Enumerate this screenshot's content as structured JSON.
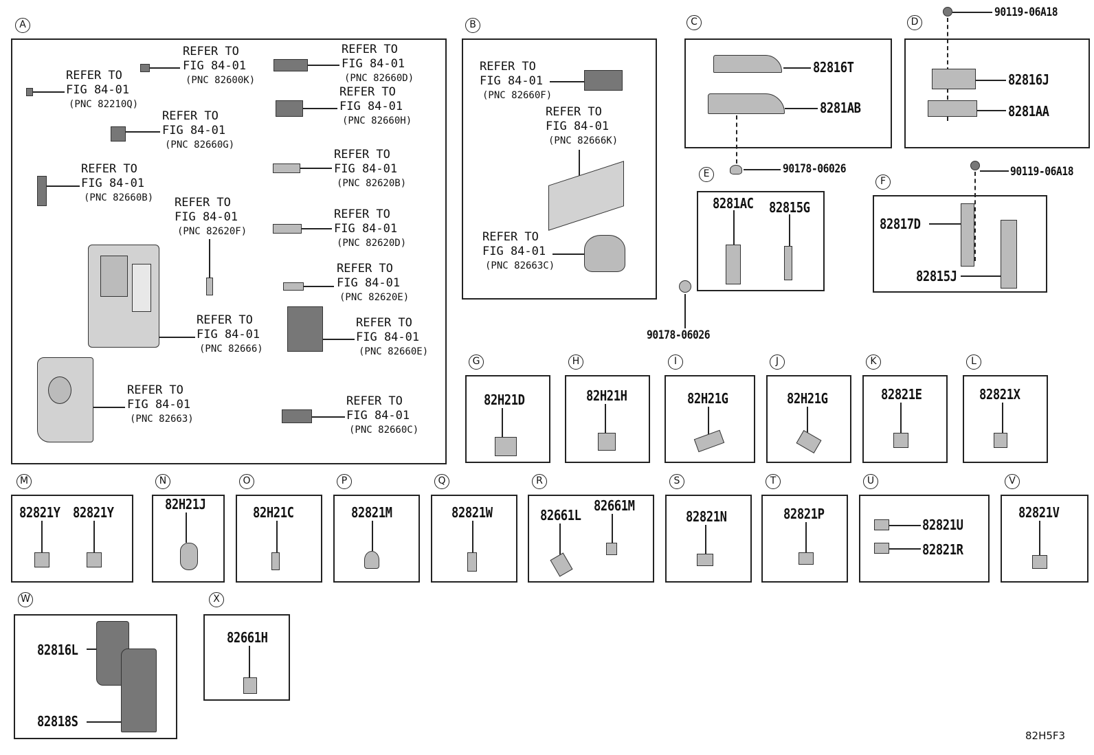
{
  "sections": [
    "A",
    "B",
    "C",
    "D",
    "E",
    "F",
    "G",
    "H",
    "I",
    "J",
    "K",
    "L",
    "M",
    "N",
    "O",
    "P",
    "Q",
    "R",
    "S",
    "T",
    "U",
    "V",
    "W",
    "X"
  ],
  "refer": {
    "a_82210q": [
      "REFER TO",
      "FIG 84-01",
      "(PNC 82210Q)"
    ],
    "a_82600k": [
      "REFER TO",
      "FIG 84-01",
      "(PNC 82600K)"
    ],
    "a_82660d": [
      "REFER TO",
      "FIG 84-01",
      "(PNC 82660D)"
    ],
    "a_82660h": [
      "REFER TO",
      "FIG 84-01",
      "(PNC 82660H)"
    ],
    "a_82660g": [
      "REFER TO",
      "FIG 84-01",
      "(PNC 82660G)"
    ],
    "a_82620b": [
      "REFER TO",
      "FIG 84-01",
      "(PNC 82620B)"
    ],
    "a_82660b": [
      "REFER TO",
      "FIG 84-01",
      "(PNC 82660B)"
    ],
    "a_82620f": [
      "REFER TO",
      "FIG 84-01",
      "(PNC 82620F)"
    ],
    "a_82620d": [
      "REFER TO",
      "FIG 84-01",
      "(PNC 82620D)"
    ],
    "a_82620e": [
      "REFER TO",
      "FIG 84-01",
      "(PNC 82620E)"
    ],
    "a_82666": [
      "REFER TO",
      "FIG 84-01",
      "(PNC 82666)"
    ],
    "a_82660e": [
      "REFER TO",
      "FIG 84-01",
      "(PNC 82660E)"
    ],
    "a_82663": [
      "REFER TO",
      "FIG 84-01",
      "(PNC 82663)"
    ],
    "a_82660c": [
      "REFER TO",
      "FIG 84-01",
      "(PNC 82660C)"
    ],
    "b_82660f": [
      "REFER TO",
      "FIG 84-01",
      "(PNC 82660F)"
    ],
    "b_82666k": [
      "REFER TO",
      "FIG 84-01",
      "(PNC 82666K)"
    ],
    "b_82663c": [
      "REFER TO",
      "FIG 84-01",
      "(PNC 82663C)"
    ]
  },
  "parts": {
    "c_82816t": "82816T",
    "c_8281ab": "8281AB",
    "d_bolt_top": "90119-06A18",
    "d_82816j": "82816J",
    "d_8281aa": "8281AA",
    "e_clip_top": "90178-06026",
    "e_8281ac": "8281AC",
    "e_82815g": "82815G",
    "e_clip_bottom": "90178-06026",
    "f_bolt": "90119-06A18",
    "f_82817d": "82817D",
    "f_82815j": "82815J",
    "g": "82H21D",
    "h": "82H21H",
    "i": "82H21G",
    "j": "82H21G",
    "k": "82821E",
    "l": "82821X",
    "m1": "82821Y",
    "m2": "82821Y",
    "n": "82H21J",
    "o": "82H21C",
    "p": "82821M",
    "q": "82821W",
    "r1": "82661L",
    "r2": "82661M",
    "s": "82821N",
    "t": "82821P",
    "u1": "82821U",
    "u2": "82821R",
    "v": "82821V",
    "w1": "82816L",
    "w2": "82818S",
    "x": "82661H"
  },
  "footer_code": "82H5F3"
}
